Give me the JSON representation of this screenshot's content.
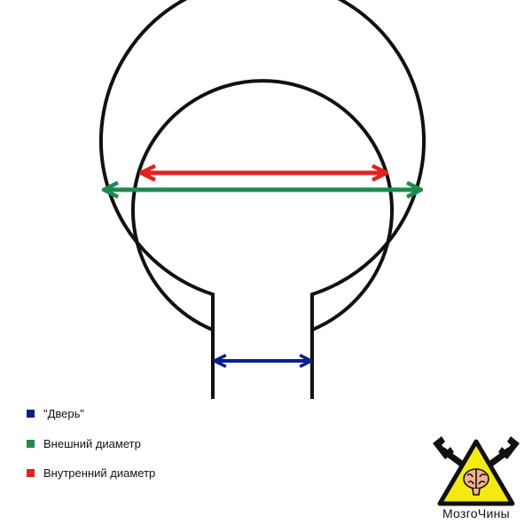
{
  "colors": {
    "outline": "#111111",
    "door": "#0b1f8c",
    "outer": "#1e8a4e",
    "inner": "#e3211d",
    "logo_yellow": "#f2ea12"
  },
  "legend": {
    "items": [
      {
        "label": "\"Дверь\"",
        "color": "#0b1f8c"
      },
      {
        "label": "Внешний диаметр",
        "color": "#1e8a4e"
      },
      {
        "label": "Внутренний диаметр",
        "color": "#e3211d"
      }
    ]
  },
  "logo": {
    "text": "МозгоЧины",
    "icons": [
      "wrench-icon",
      "brain-icon",
      "warning-triangle-icon"
    ]
  }
}
